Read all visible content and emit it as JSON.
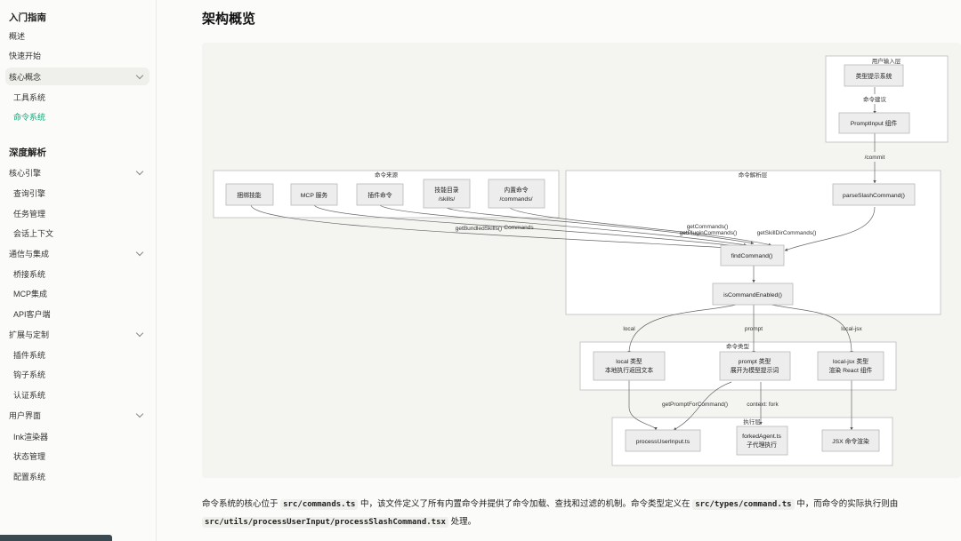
{
  "sidebar": {
    "sections": [
      {
        "title": "入门指南"
      },
      {
        "title": "深度解析"
      }
    ],
    "items": [
      {
        "label": "概述"
      },
      {
        "label": "快速开始"
      },
      {
        "label": "核心概念"
      },
      {
        "label": "工具系统"
      },
      {
        "label": "命令系统"
      },
      {
        "label": "核心引擎"
      },
      {
        "label": "查询引擎"
      },
      {
        "label": "任务管理"
      },
      {
        "label": "会话上下文"
      },
      {
        "label": "通信与集成"
      },
      {
        "label": "桥接系统"
      },
      {
        "label": "MCP集成"
      },
      {
        "label": "API客户端"
      },
      {
        "label": "扩展与定制"
      },
      {
        "label": "插件系统"
      },
      {
        "label": "钩子系统"
      },
      {
        "label": "认证系统"
      },
      {
        "label": "用户界面"
      },
      {
        "label": "Ink渲染器"
      },
      {
        "label": "状态管理"
      },
      {
        "label": "配置系统"
      }
    ]
  },
  "page": {
    "title": "架构概览"
  },
  "diagram": {
    "groups": {
      "input_layer": "用户输入层",
      "sources": "命令来源",
      "parse_layer": "命令解析层",
      "types": "命令类型",
      "exec_layer": "执行层"
    },
    "nodes": {
      "type_hint": "类型提示系统",
      "prompt_input": "PromptInput 组件",
      "bundled": "捆绑技能",
      "mcp": "MCP 服务",
      "plugin_cmd": "插件命令",
      "skills_dir_1": "技能目录",
      "skills_dir_2": "/skills/",
      "builtin_1": "内置命令",
      "builtin_2": "/commands/",
      "parse_slash": "parseSlashCommand()",
      "find_cmd": "findCommand()",
      "is_enabled": "isCommandEnabled()",
      "local_1": "local 类型",
      "local_2": "本地执行返回文本",
      "prompt_1": "prompt 类型",
      "prompt_2": "展开为模型提示词",
      "jsx_1": "local-jsx 类型",
      "jsx_2": "渲染 React 组件",
      "process_input": "processUserInput.ts",
      "forked_1": "forkedAgent.ts",
      "forked_2": "子代理执行",
      "jsx_render": "JSX 命令渲染"
    },
    "edges": {
      "cmd_suggest": "命令建议",
      "commit": "/commit",
      "get_commands": "getCommands()",
      "get_plugin": "getPluginCommands()",
      "get_skill_dir": "getSkillDirCommands()",
      "get_bundled": "getBundledSkills()",
      "commands": "Commands",
      "local": "local",
      "prompt": "prompt",
      "local_jsx": "local-jsx",
      "get_prompt": "getPromptForCommand()",
      "context_fork": "context: fork"
    }
  },
  "paragraph": {
    "t1": "命令系统的核心位于 ",
    "c1": "src/commands.ts",
    "t2": " 中，该文件定义了所有内置命令并提供了命令加载、查找和过滤的机制。命令类型定义在 ",
    "c2": "src/types/command.ts",
    "t3": " 中，而命令的实际执行则由 ",
    "c3": "src/utils/processUserInput/processSlashCommand.tsx",
    "t4": " 处理。"
  }
}
